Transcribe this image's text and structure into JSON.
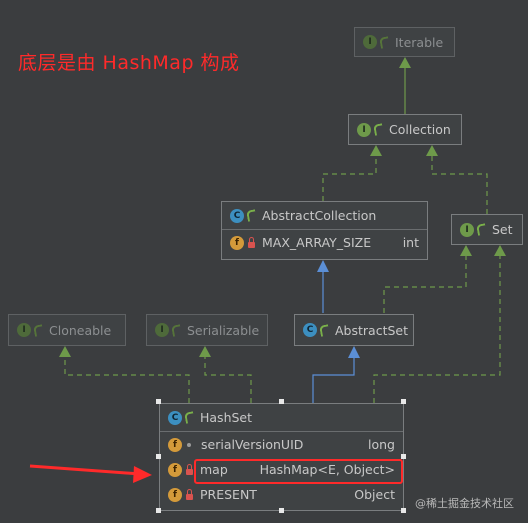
{
  "caption": "底层是由 HashMap 构成",
  "nodes": {
    "iterable": {
      "badge": "I",
      "label": "Iterable"
    },
    "collection": {
      "badge": "I",
      "label": "Collection"
    },
    "abstract_collection": {
      "badge": "C",
      "label": "AbstractCollection",
      "fields": [
        {
          "badge": "f",
          "name": "MAX_ARRAY_SIZE",
          "type": "int"
        }
      ]
    },
    "set": {
      "badge": "I",
      "label": "Set"
    },
    "cloneable": {
      "badge": "I",
      "label": "Cloneable"
    },
    "serializable": {
      "badge": "I",
      "label": "Serializable"
    },
    "abstract_set": {
      "badge": "C",
      "label": "AbstractSet"
    },
    "hashset": {
      "badge": "C",
      "label": "HashSet",
      "fields": [
        {
          "badge": "f",
          "name": "serialVersionUID",
          "type": "long"
        },
        {
          "badge": "f",
          "name": "map",
          "type": "HashMap<E, Object>"
        },
        {
          "badge": "f",
          "name": "PRESENT",
          "type": "Object"
        }
      ]
    }
  },
  "colors": {
    "interface_edge": "#6e9a4a",
    "class_edge": "#5b8fd6",
    "highlight": "#ff2a2a"
  },
  "watermark": "@稀土掘金技术社区"
}
